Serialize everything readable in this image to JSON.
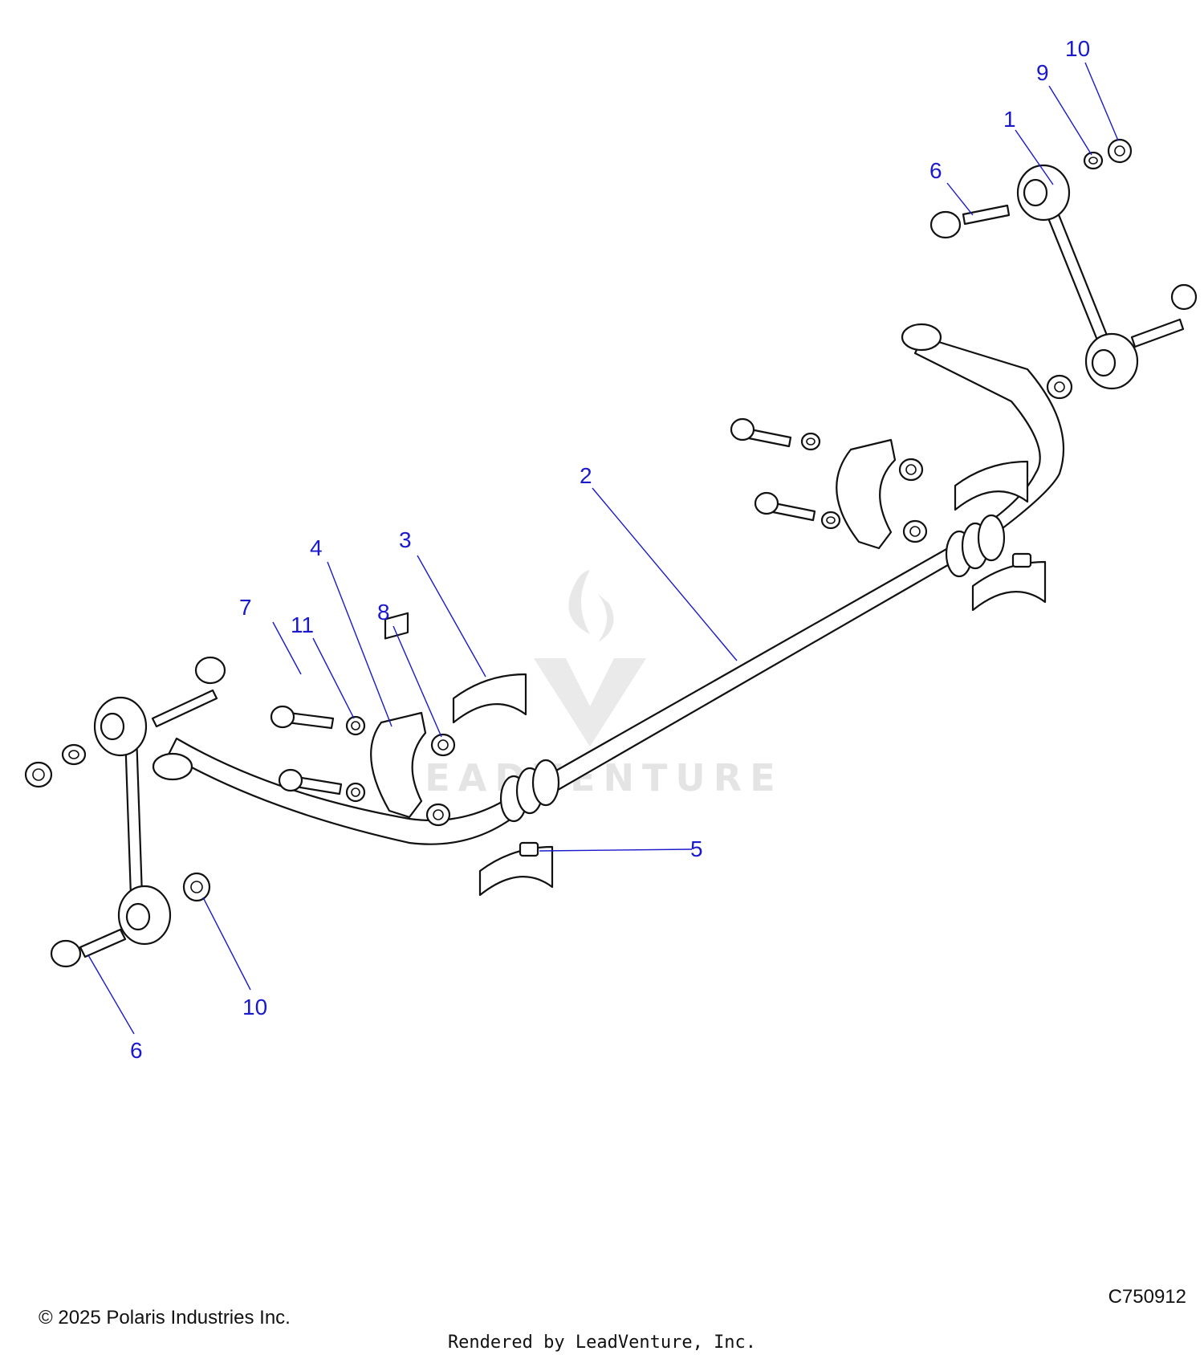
{
  "callouts": [
    "1",
    "2",
    "3",
    "4",
    "5",
    "6",
    "7",
    "8",
    "9",
    "10",
    "11",
    "6",
    "10"
  ],
  "footer": {
    "copyright": "© 2025 Polaris Industries Inc.",
    "diagram_code": "C750912",
    "rendered_by": "Rendered by LeadVenture, Inc."
  },
  "watermark": {
    "text": "LEADVENTURE",
    "icon": "leadventure-logo-icon"
  }
}
